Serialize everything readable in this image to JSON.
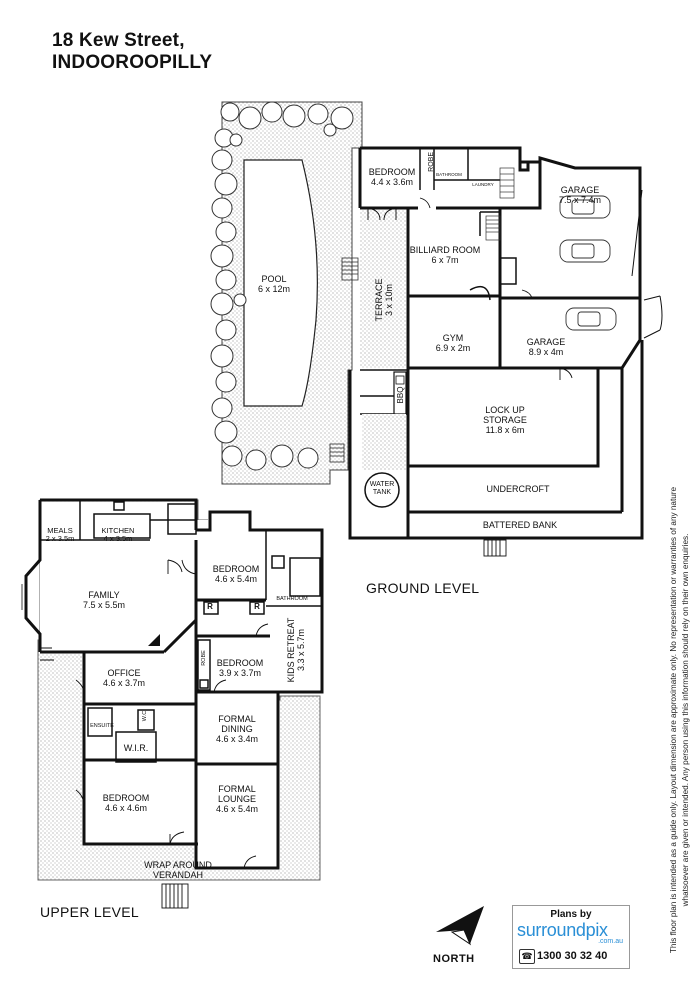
{
  "header": {
    "line1": "18 Kew Street,",
    "line2": "INDOOROOPILLY"
  },
  "levels": {
    "ground": "GROUND LEVEL",
    "upper": "UPPER LEVEL"
  },
  "ground_rooms": {
    "bedroom": {
      "name": "BEDROOM",
      "dims": "4.4 x 3.6m"
    },
    "robe": {
      "name": "ROBE"
    },
    "bathroom": {
      "name": "BATHROOM"
    },
    "laundry": {
      "name": "LAUNDRY"
    },
    "garage1": {
      "name": "GARAGE",
      "dims": "7.5 x 7.4m"
    },
    "billiard": {
      "name": "BILLIARD ROOM",
      "dims": "6 x 7m"
    },
    "pool": {
      "name": "POOL",
      "dims": "6 x 12m"
    },
    "terrace": {
      "name": "TERRACE",
      "dims": "3 x 10m"
    },
    "gym": {
      "name": "GYM",
      "dims": "6.9 x 2m"
    },
    "garage2": {
      "name": "GARAGE",
      "dims": "8.9 x 4m"
    },
    "bbq": {
      "name": "BBQ"
    },
    "lockup": {
      "name": "LOCK UP",
      "name2": "STORAGE",
      "dims": "11.8 x 6m"
    },
    "water_tank": {
      "name": "WATER",
      "name2": "TANK"
    },
    "undercroft": {
      "name": "UNDERCROFT"
    },
    "battered_bank": {
      "name": "BATTERED BANK"
    }
  },
  "upper_rooms": {
    "meals": {
      "name": "MEALS",
      "dims": "2 x 3.5m"
    },
    "kitchen": {
      "name": "KITCHEN",
      "dims": "4 x 3.5m"
    },
    "family": {
      "name": "FAMILY",
      "dims": "7.5 x 5.5m"
    },
    "bedroom1": {
      "name": "BEDROOM",
      "dims": "4.6 x 5.4m"
    },
    "bathroom": {
      "name": "BATHROOM"
    },
    "kids_retreat": {
      "name": "KIDS RETREAT",
      "dims": "3.3 x 5.7m"
    },
    "office": {
      "name": "OFFICE",
      "dims": "4.6 x 3.7m"
    },
    "robe": {
      "name": "ROBE"
    },
    "bedroom2": {
      "name": "BEDROOM",
      "dims": "3.9 x 3.7m"
    },
    "ensuite": {
      "name": "ENSUITE"
    },
    "wc": {
      "name": "W.C"
    },
    "wir": {
      "name": "W.I.R."
    },
    "formal_dining": {
      "name": "FORMAL",
      "name2": "DINING",
      "dims": "4.6 x 3.4m"
    },
    "formal_lounge": {
      "name": "FORMAL",
      "name2": "LOUNGE",
      "dims": "4.6 x 5.4m"
    },
    "bedroom3": {
      "name": "BEDROOM",
      "dims": "4.6 x 4.6m"
    },
    "verandah": {
      "name": "WRAP AROUND",
      "name2": "VERANDAH"
    },
    "r1": "R",
    "r2": "R"
  },
  "north": "NORTH",
  "logo": {
    "plans_by": "Plans by",
    "brand": "surroundpix",
    "domain": ".com.au",
    "phone": "1300 30 32 40",
    "phone_icon": "telephone-icon"
  },
  "disclaimer": {
    "line1": "This floor plan is intended as a guide only. Layout dimension are approximate only. No representation or warranties of any nature",
    "line2": "whatsoever are given or intended. Any person using this information should rely on their own enquiries."
  },
  "colors": {
    "wall": "#111111",
    "hatch": "#c8c8c8",
    "pool_fill": "#ffffff"
  }
}
